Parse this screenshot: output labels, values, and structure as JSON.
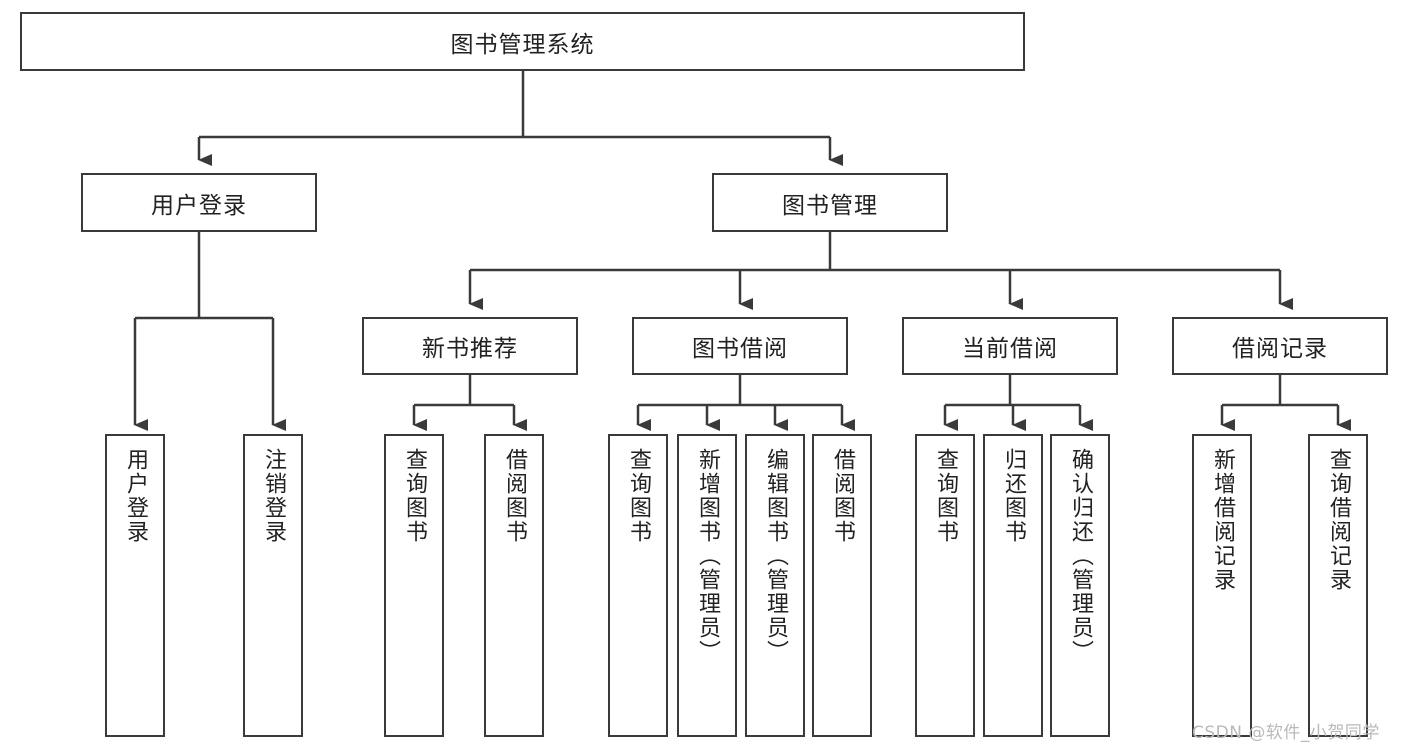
{
  "diagram": {
    "type": "tree",
    "title": "图书管理系统",
    "orientation": "top-down",
    "style": {
      "box_fill": "#ffffff",
      "box_stroke": "#3a3a3a",
      "connector_color": "#3a3a3a",
      "text_color": "#222222",
      "background": "#ffffff"
    },
    "root": {
      "id": "root",
      "label": "图书管理系统"
    },
    "level2": [
      {
        "id": "user-login",
        "label": "用户登录"
      },
      {
        "id": "book-manage",
        "label": "图书管理"
      }
    ],
    "level3": [
      {
        "id": "new-book-recommend",
        "label": "新书推荐",
        "parent": "book-manage"
      },
      {
        "id": "book-borrow",
        "label": "图书借阅",
        "parent": "book-manage"
      },
      {
        "id": "current-borrow",
        "label": "当前借阅",
        "parent": "book-manage"
      },
      {
        "id": "borrow-record",
        "label": "借阅记录",
        "parent": "book-manage"
      }
    ],
    "leaves": {
      "user-login": [
        {
          "id": "leaf-user-login",
          "label": "用户登录"
        },
        {
          "id": "leaf-user-logout",
          "label": "注销登录"
        }
      ],
      "new-book-recommend": [
        {
          "id": "leaf-query-book-1",
          "label": "查询图书"
        },
        {
          "id": "leaf-borrow-book-1",
          "label": "借阅图书"
        }
      ],
      "book-borrow": [
        {
          "id": "leaf-query-book-2",
          "label": "查询图书"
        },
        {
          "id": "leaf-add-book",
          "label": "新增图书（管理员）"
        },
        {
          "id": "leaf-edit-book",
          "label": "编辑图书（管理员）"
        },
        {
          "id": "leaf-borrow-book-2",
          "label": "借阅图书"
        }
      ],
      "current-borrow": [
        {
          "id": "leaf-query-book-3",
          "label": "查询图书"
        },
        {
          "id": "leaf-return-book",
          "label": "归还图书"
        },
        {
          "id": "leaf-confirm-return",
          "label": "确认归还（管理员）"
        }
      ],
      "borrow-record": [
        {
          "id": "leaf-add-record",
          "label": "新增借阅记录"
        },
        {
          "id": "leaf-query-record",
          "label": "查询借阅记录"
        }
      ]
    }
  },
  "watermark": {
    "text": "CSDN @软件_小贺同学"
  }
}
